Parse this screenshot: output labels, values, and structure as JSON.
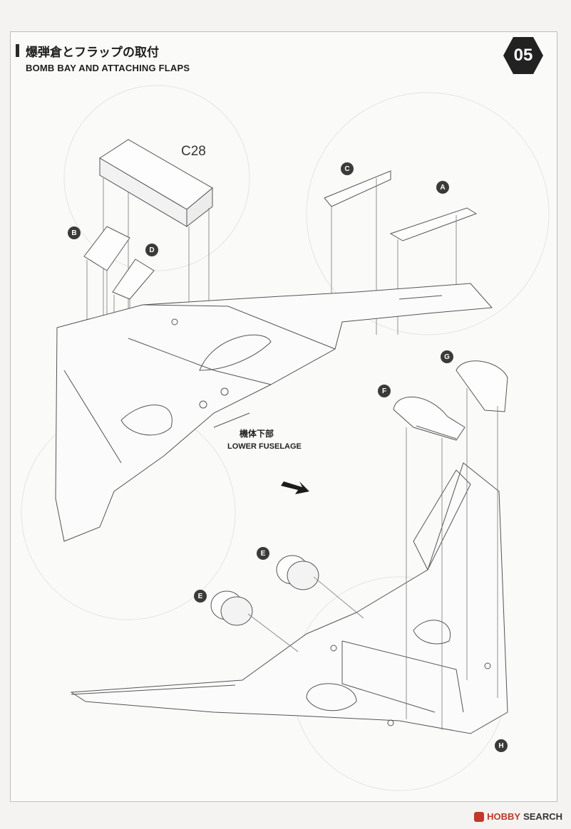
{
  "header": {
    "title_jp": "爆弾倉とフラップの取付",
    "title_en": "BOMB BAY AND ATTACHING FLAPS"
  },
  "step": {
    "number": "05"
  },
  "parts": {
    "c28": "C28",
    "a": "A",
    "b": "B",
    "c": "C",
    "d": "D",
    "e1": "E",
    "e2": "E",
    "f": "F",
    "g": "G",
    "h": "H"
  },
  "callout": {
    "jp": "機体下部",
    "en": "LOWER FUSELAGE"
  },
  "footer": {
    "brand_hobby": "HOBBY",
    "brand_search": "SEARCH"
  },
  "colors": {
    "line": "#555555",
    "label_bg": "#3a3a3a",
    "step_badge": "#222222"
  }
}
